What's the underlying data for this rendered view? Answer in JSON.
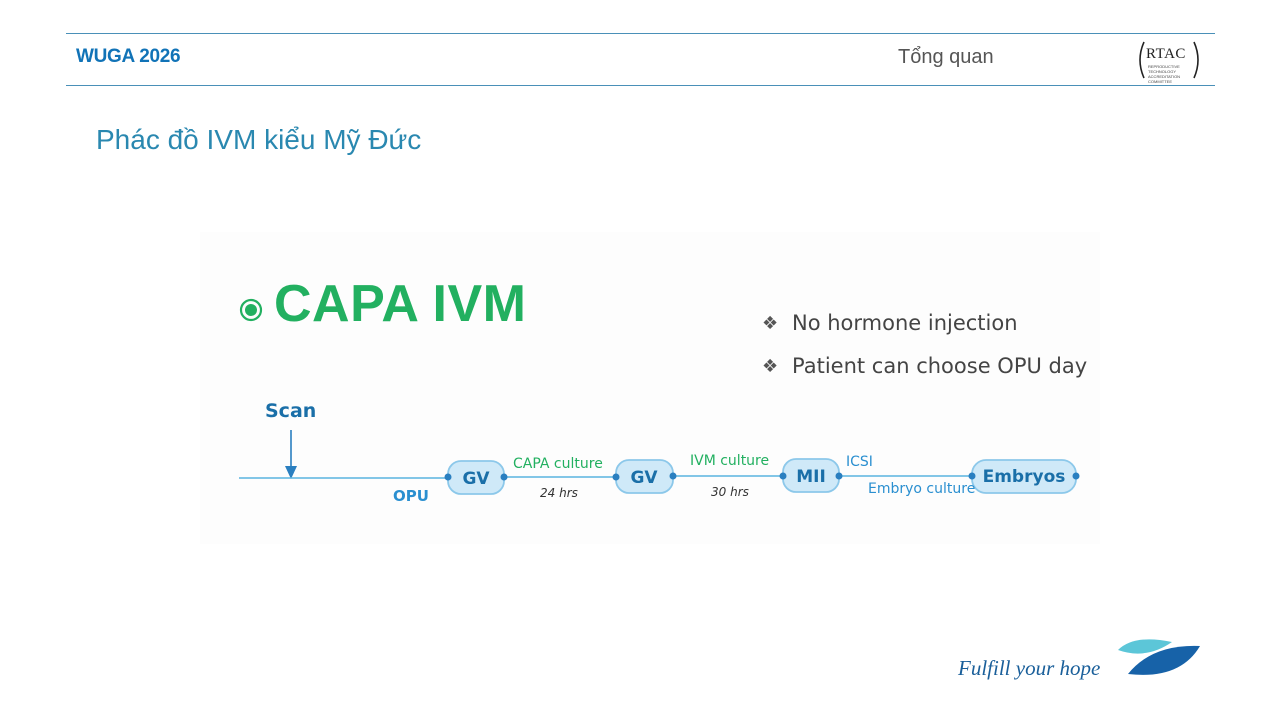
{
  "header": {
    "brand": "WUGA 2026",
    "section": "Tổng quan",
    "logo": {
      "name": "RTAC",
      "subtitle": "REPRODUCTIVE TECHNOLOGY ACCREDITATION COMMITTEE"
    }
  },
  "slide": {
    "title": "Phác đồ IVM kiểu Mỹ Đức"
  },
  "protocol": {
    "heading": "CAPA IVM",
    "bullets": [
      "No hormone injection",
      "Patient can choose OPU day"
    ],
    "scan_label": "Scan",
    "opu_label": "OPU",
    "stages": [
      "GV",
      "GV",
      "MII",
      "Embryos"
    ],
    "links": [
      {
        "label": "CAPA culture",
        "duration": "24 hrs"
      },
      {
        "label": "IVM culture",
        "duration": "30 hrs"
      },
      {
        "label": "ICSI",
        "sublabel": "Embryo culture"
      }
    ]
  },
  "footer": {
    "tagline": "Fulfill your hope"
  },
  "colors": {
    "brand_blue": "#1173b7",
    "title_blue": "#2a88b0",
    "green": "#22b060",
    "line_blue": "#5ab4e0",
    "node_fill": "#cfe9f8",
    "node_stroke": "#8cc8ea",
    "node_text": "#1a6fa8"
  }
}
